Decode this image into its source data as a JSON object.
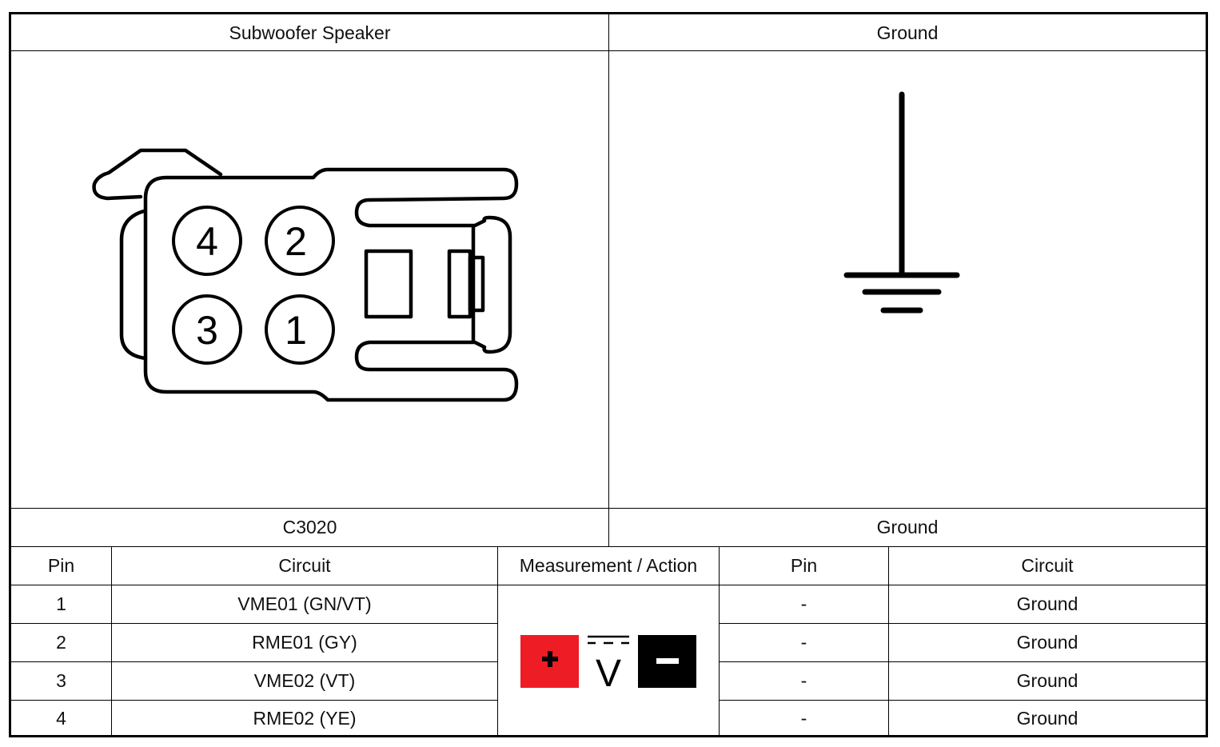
{
  "top_headers": {
    "left": "Subwoofer Speaker",
    "right": "Ground"
  },
  "connector": {
    "pins": [
      "4",
      "2",
      "3",
      "1"
    ]
  },
  "section_headers": {
    "left": "C3020",
    "right": "Ground"
  },
  "table": {
    "columns": [
      "Pin",
      "Circuit",
      "Measurement / Action",
      "Pin",
      "Circuit"
    ],
    "rows": [
      {
        "pin": "1",
        "circuit": "VME01 (GN/VT)",
        "ground_pin": "-",
        "ground_circuit": "Ground"
      },
      {
        "pin": "2",
        "circuit": "RME01 (GY)",
        "ground_pin": "-",
        "ground_circuit": "Ground"
      },
      {
        "pin": "3",
        "circuit": "VME02 (VT)",
        "ground_pin": "-",
        "ground_circuit": "Ground"
      },
      {
        "pin": "4",
        "circuit": "RME02 (YE)",
        "ground_pin": "-",
        "ground_circuit": "Ground"
      }
    ]
  },
  "measurement_icon": {
    "positive": "+",
    "negative": "−",
    "meter": "V",
    "positive_color": "#ee1c24",
    "negative_color": "#000000"
  }
}
